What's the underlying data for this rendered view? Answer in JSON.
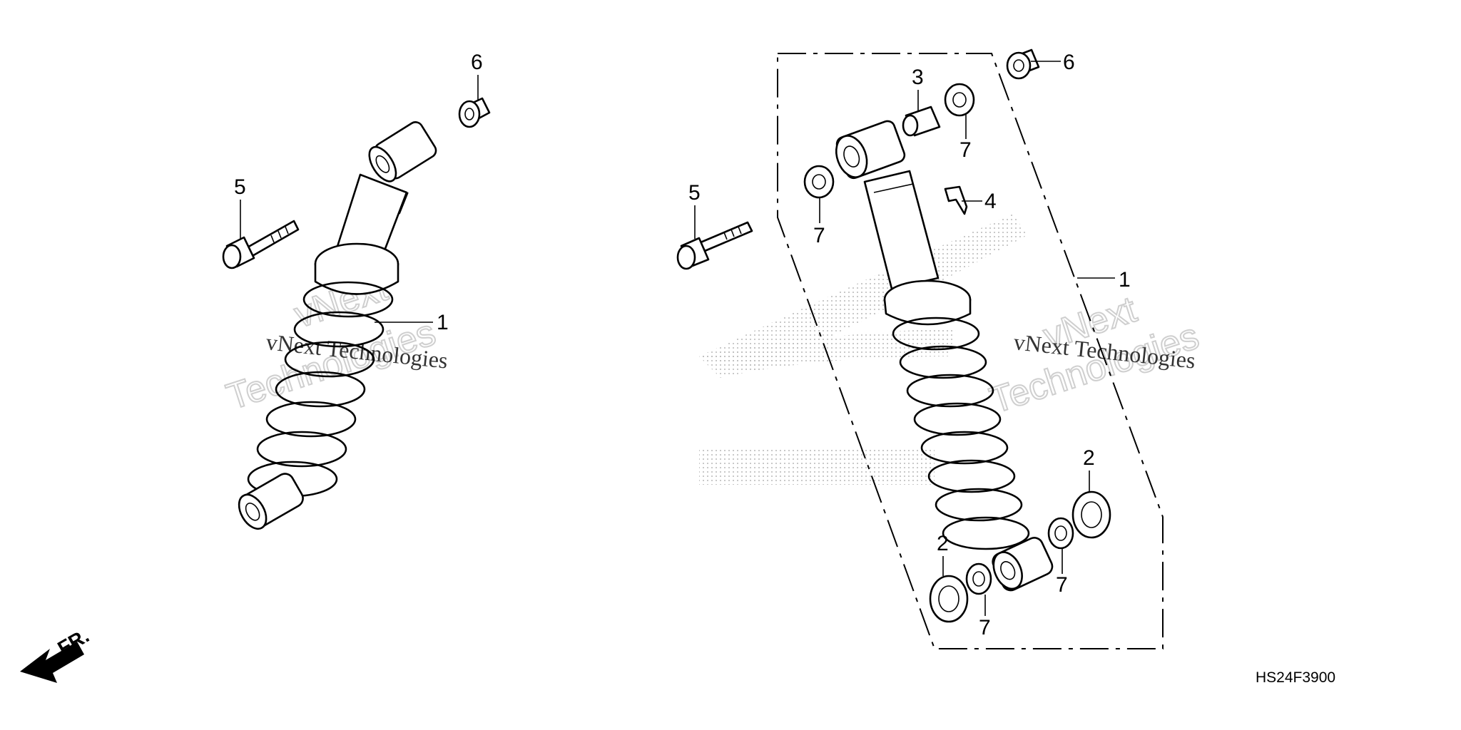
{
  "diagram": {
    "callouts": {
      "left": {
        "one": "1",
        "five": "5",
        "six": "6"
      },
      "right": {
        "one": "1",
        "two_a": "2",
        "two_b": "2",
        "three": "3",
        "four": "4",
        "five": "5",
        "six": "6",
        "seven_a": "7",
        "seven_b": "7",
        "seven_c": "7",
        "seven_d": "7"
      }
    },
    "front_arrow_label": "FR.",
    "diagram_code": "HS24F3900",
    "watermark": {
      "line1": "vNext",
      "line2": "Technologies",
      "serif": "vNext Technologies"
    },
    "colors": {
      "ink": "#000000",
      "watermark": "#cfcfcf",
      "paper": "#ffffff",
      "screen": "#b8b8b8"
    }
  }
}
